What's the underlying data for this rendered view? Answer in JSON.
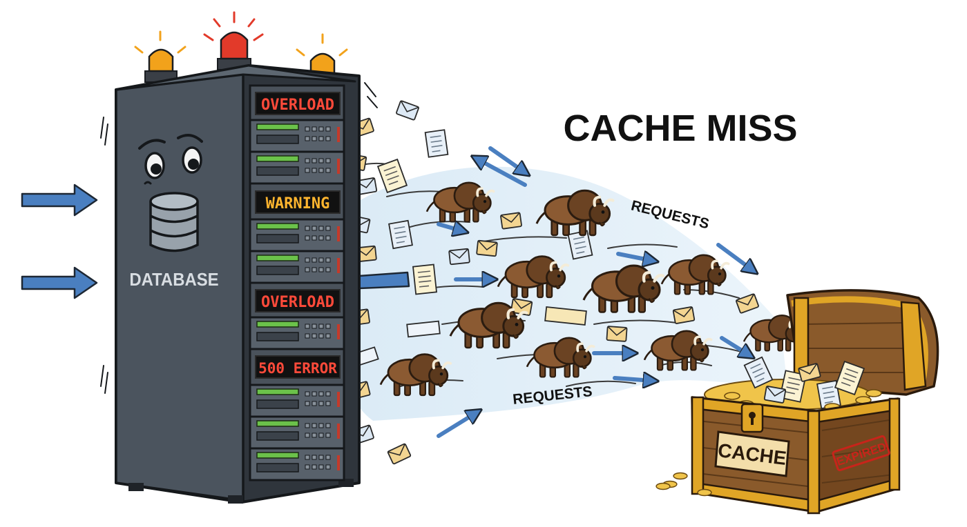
{
  "title": "CACHE MISS",
  "database": {
    "label": "DATABASE",
    "displays": [
      {
        "text": "OVERLOAD",
        "color": "#ff4a3a"
      },
      {
        "text": "WARNING",
        "color": "#ffb52e"
      },
      {
        "text": "OVERLOAD",
        "color": "#ff4a3a"
      },
      {
        "text": "500 ERROR",
        "color": "#ff4a3a"
      }
    ]
  },
  "flow": {
    "label_top": "REQUESTS",
    "label_bottom": "REQUESTS"
  },
  "cache": {
    "label": "CACHE",
    "stamp": "EXPIRED"
  },
  "colors": {
    "server_body": "#4b545e",
    "arrow_blue": "#4a7fc0",
    "bison": "#8b5a32",
    "chest_wood": "#8a5a2b",
    "chest_gold": "#e0a526",
    "alarm_red": "#e23a2a",
    "alarm_amber": "#f2a21b"
  }
}
